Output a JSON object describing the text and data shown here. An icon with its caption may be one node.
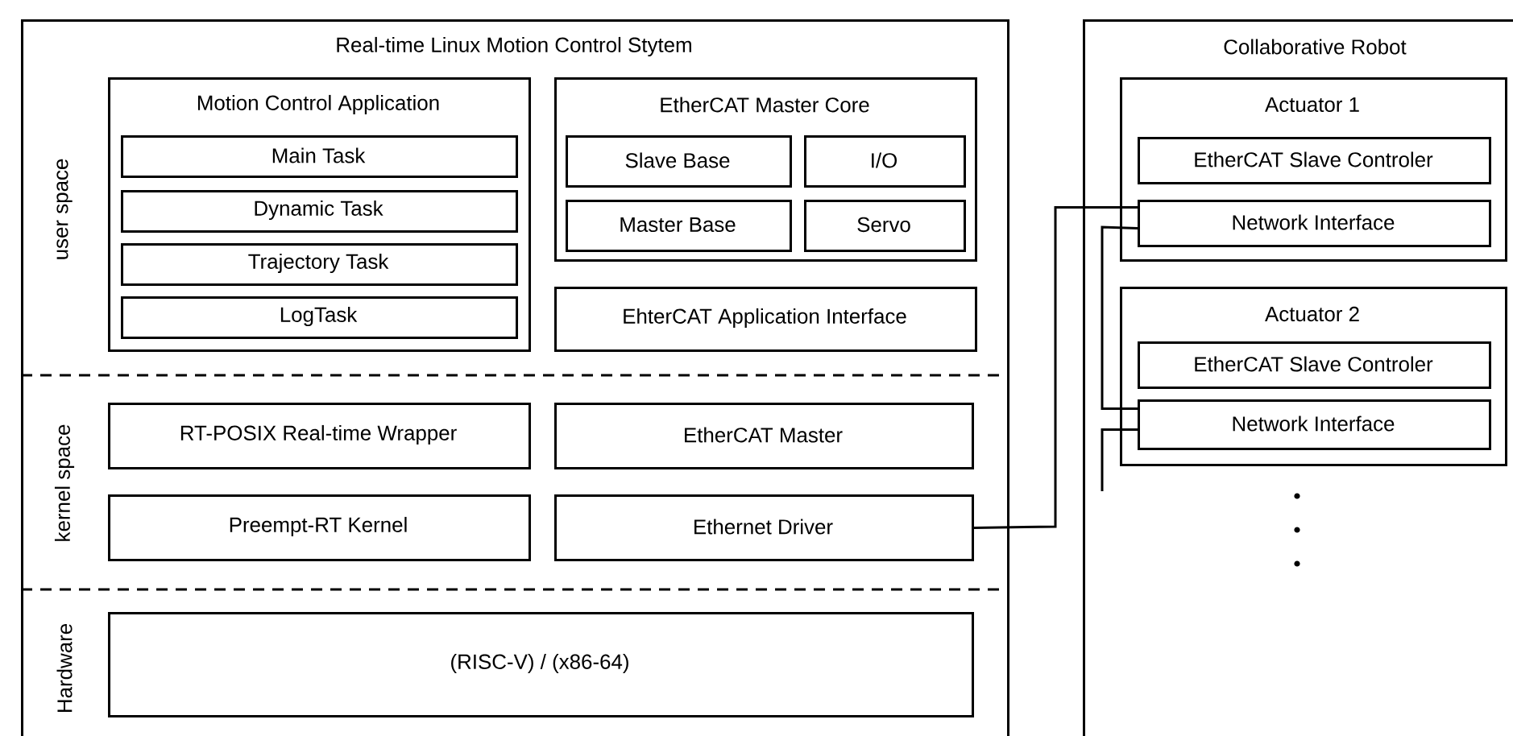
{
  "diagram": {
    "nodes": [
      {
        "text": [
          "Real-time Linux Motion Control Stytem"
        ]
      },
      {
        "text": [
          "Motion Control Application"
        ],
        "in": 0
      },
      {
        "text": [
          "Main Task"
        ],
        "in": 1
      },
      {
        "text": [
          "Dynamic Task"
        ],
        "in": 1
      },
      {
        "text": [
          "Trajectory Task"
        ],
        "in": 1
      },
      {
        "text": [
          "LogTask"
        ],
        "in": 1
      },
      {
        "text": [
          "EtherCAT Master Core"
        ],
        "in": 0
      },
      {
        "text": [
          "Slave Base"
        ],
        "in": 6
      },
      {
        "text": [
          "I/O"
        ],
        "in": 6
      },
      {
        "text": [
          "Master Base"
        ],
        "in": 6
      },
      {
        "text": [
          "Servo"
        ],
        "in": 6
      },
      {
        "text": [
          "EhterCAT Application Interface"
        ],
        "in": 0
      },
      {
        "text": [
          "RT-POSIX Real-time Wrapper"
        ],
        "in": 0
      },
      {
        "text": [
          "EtherCAT Master"
        ],
        "in": 0
      },
      {
        "text": [
          "Preempt-RT Kernel"
        ],
        "in": 0
      },
      {
        "text": [
          "Ethernet Driver"
        ],
        "in": 0
      },
      {
        "text": [
          "(RISC-V) / (x86-64)"
        ],
        "in": 0
      },
      {
        "text": [
          "Collaborative Robot"
        ]
      },
      {
        "text": [
          "Actuator 1"
        ],
        "in": 17
      },
      {
        "text": [
          "EtherCAT Slave Controler"
        ],
        "in": 18
      },
      {
        "text": [
          "Network Interface"
        ],
        "in": 18
      },
      {
        "text": [
          "Actuator 2"
        ],
        "in": 17
      },
      {
        "text": [
          "EtherCAT Slave Controler"
        ],
        "in": 21
      },
      {
        "text": [
          "Network Interface"
        ],
        "in": 21
      }
    ],
    "edges": [
      {
        "from": 15,
        "to": 20,
        "arrow": "none"
      },
      {
        "from": 20,
        "to": 23,
        "arrow": "none"
      },
      {
        "from": 23,
        "to": null,
        "arrow": "none"
      }
    ],
    "labels": [
      "user space",
      "kernel space",
      "Hardware"
    ]
  }
}
